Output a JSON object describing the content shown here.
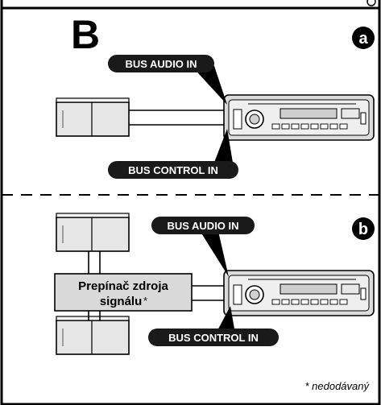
{
  "section_letter": "B",
  "panel_a": {
    "badge": "a",
    "bus_audio_label": "BUS AUDIO IN",
    "bus_control_label": "BUS CONTROL IN"
  },
  "panel_b": {
    "badge": "b",
    "bus_audio_label": "BUS AUDIO IN",
    "bus_control_label": "BUS CONTROL IN",
    "selector_line1": "Prepínač zdroja",
    "selector_line2": "signálu",
    "selector_mark": "*"
  },
  "footnote": "* nedodávaný",
  "colors": {
    "frame": "#000000",
    "label_fill": "#1a1a1a",
    "label_text": "#ffffff",
    "device_fill": "#e3e3e3",
    "selector_fill": "#d9d9d9"
  }
}
